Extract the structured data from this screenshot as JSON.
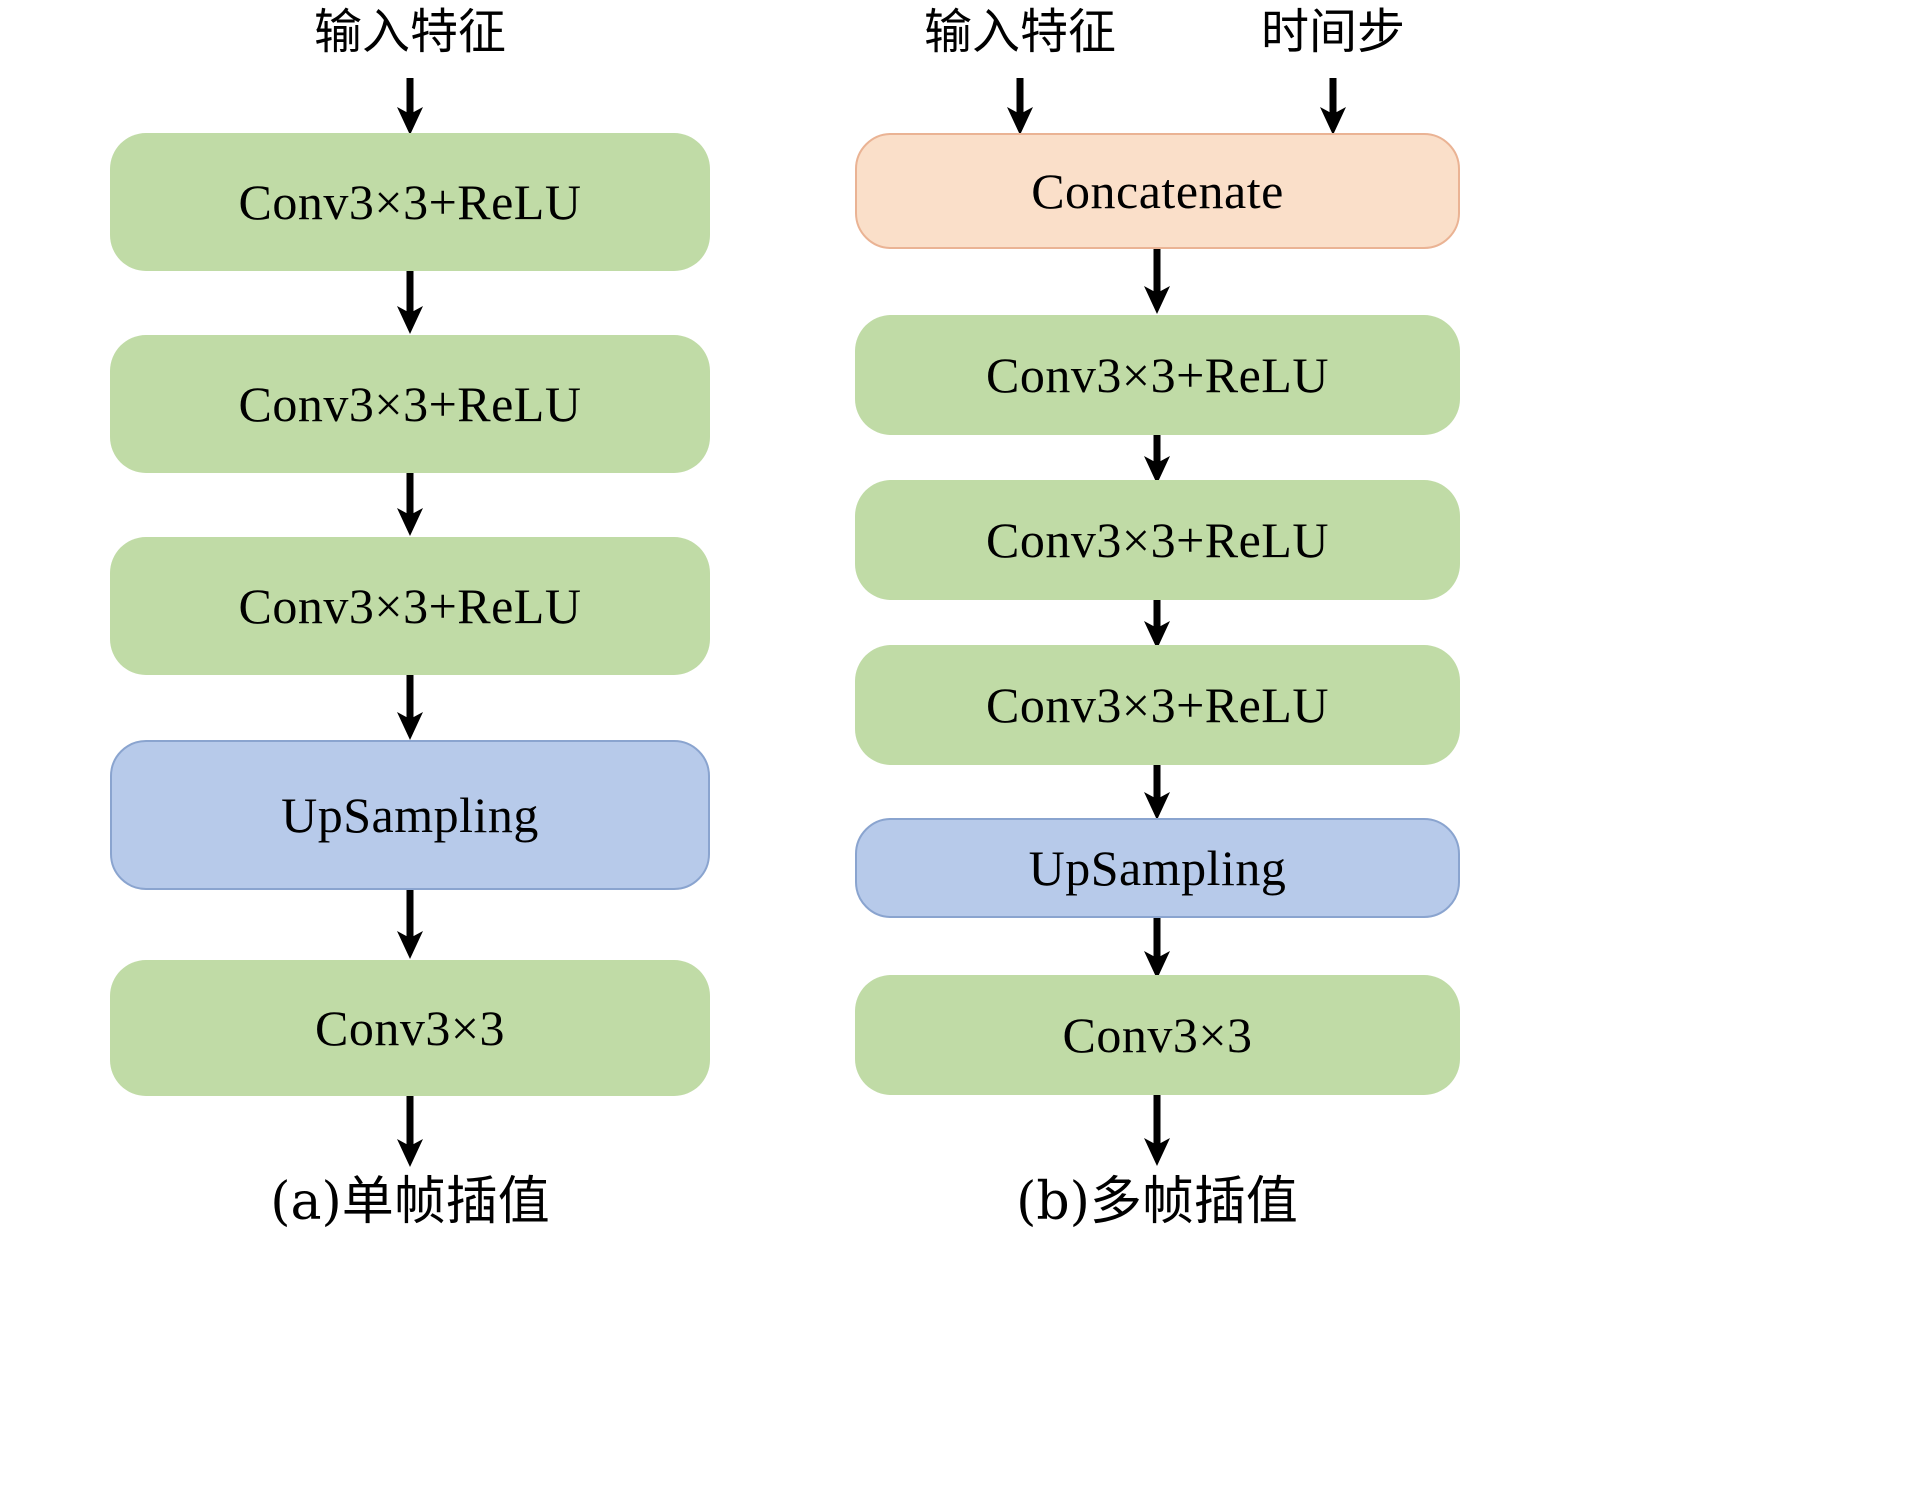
{
  "figure": {
    "title_a": "(a)单帧插值",
    "title_b": "(b)多帧插值",
    "colors": {
      "green_fill": "#c0dba6",
      "blue_fill": "#b7caea",
      "blue_border": "#8aa4cf",
      "orange_fill": "#fadfc9",
      "orange_border": "#eab394",
      "arrow": "#000000",
      "text": "#000000",
      "background": "#ffffff"
    }
  },
  "diagram_a": {
    "name": "single-frame-interpolation",
    "inputs": [
      {
        "label": "输入特征",
        "icon": "down-arrow-icon"
      }
    ],
    "nodes": [
      {
        "label": "Conv3×3+ReLU",
        "kind": "green"
      },
      {
        "label": "Conv3×3+ReLU",
        "kind": "green"
      },
      {
        "label": "Conv3×3+ReLU",
        "kind": "green"
      },
      {
        "label": "UpSampling",
        "kind": "blue"
      },
      {
        "label": "Conv3×3",
        "kind": "green"
      }
    ],
    "caption": "(a)单帧插值"
  },
  "diagram_b": {
    "name": "multi-frame-interpolation",
    "inputs": [
      {
        "label": "输入特征",
        "icon": "down-arrow-icon"
      },
      {
        "label": "时间步",
        "icon": "down-arrow-icon"
      }
    ],
    "nodes": [
      {
        "label": "Concatenate",
        "kind": "orange"
      },
      {
        "label": "Conv3×3+ReLU",
        "kind": "green"
      },
      {
        "label": "Conv3×3+ReLU",
        "kind": "green"
      },
      {
        "label": "Conv3×3+ReLU",
        "kind": "green"
      },
      {
        "label": "UpSampling",
        "kind": "blue"
      },
      {
        "label": "Conv3×3",
        "kind": "green"
      }
    ],
    "caption": "(b)多帧插值"
  }
}
